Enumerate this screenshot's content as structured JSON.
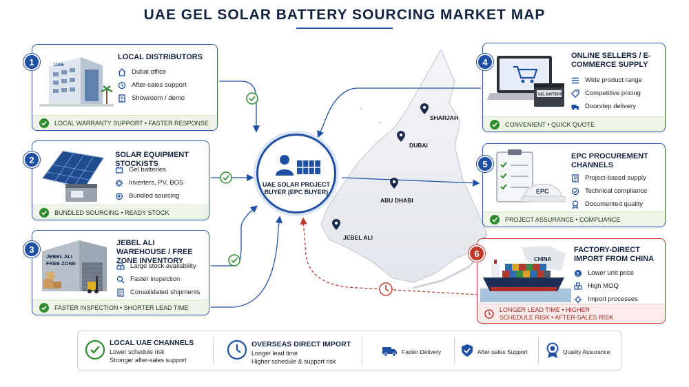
{
  "title": "UAE GEL SOLAR BATTERY SOURCING MARKET MAP",
  "colors": {
    "primary": "#1e4fa3",
    "green": "#2e8b2e",
    "red": "#c0392b"
  },
  "buyer": {
    "label": "UAE SOLAR PROJECT BUYER (EPC BUYER)",
    "icon": "user-solar-panel-icon"
  },
  "cities": [
    "SHARJAH",
    "DUBAI",
    "ABU DHABI",
    "JEBEL ALI"
  ],
  "channels": [
    {
      "num": "1",
      "title": "LOCAL DISTRIBUTORS",
      "image_text": "UAE",
      "items": [
        "Dubai office",
        "After-sales support",
        "Showroom / demo"
      ],
      "footer": "LOCAL WARRANTY SUPPORT  •  FASTER RESPONSE"
    },
    {
      "num": "2",
      "title": "SOLAR EQUIPMENT STOCKISTS",
      "items": [
        "Gel batteries",
        "Inverters, PV, BOS",
        "Bundled sourcing"
      ],
      "footer": "BUNDLED SOURCING  •  READY STOCK"
    },
    {
      "num": "3",
      "title": "JEBEL ALI WAREHOUSE / FREE ZONE INVENTORY",
      "image_text": "JEBEL ALI FREE ZONE",
      "items": [
        "Large stock availability",
        "Faster inspection",
        "Consolidated shipments"
      ],
      "footer": "FASTER INSPECTION  •  SHORTER LEAD TIME"
    },
    {
      "num": "4",
      "title": "ONLINE SELLERS / E-COMMERCE SUPPLY",
      "image_text": "GEL BATTERY",
      "items": [
        "Wide product range",
        "Competitive pricing",
        "Doorstep delivery"
      ],
      "footer": "CONVENIENT  •  QUICK QUOTE"
    },
    {
      "num": "5",
      "title": "EPC PROCUREMENT CHANNELS",
      "image_text": "EPC",
      "items": [
        "Project-based supply",
        "Technical compliance",
        "Documented quality"
      ],
      "footer": "PROJECT ASSURANCE  •  COMPLIANCE"
    },
    {
      "num": "6",
      "title": "FACTORY-DIRECT IMPORT FROM CHINA",
      "image_text": "CHINA",
      "items": [
        "Lower unit price",
        "High MOQ",
        "Import processes"
      ],
      "footer": "LONGER LEAD TIME  •  HIGHER SCHEDULE RISK  •  AFTER-SALES RISK"
    }
  ],
  "legend": {
    "local": {
      "title": "LOCAL UAE CHANNELS",
      "line1": "Lower schedule risk",
      "line2": "Stronger after-sales support"
    },
    "overseas": {
      "title": "OVERSEAS DIRECT IMPORT",
      "line1": "Longer lead time",
      "line2": "Higher schedule & support risk"
    },
    "badges": [
      "Faster Delivery",
      "After-sales Support",
      "Quality Assurance"
    ]
  }
}
